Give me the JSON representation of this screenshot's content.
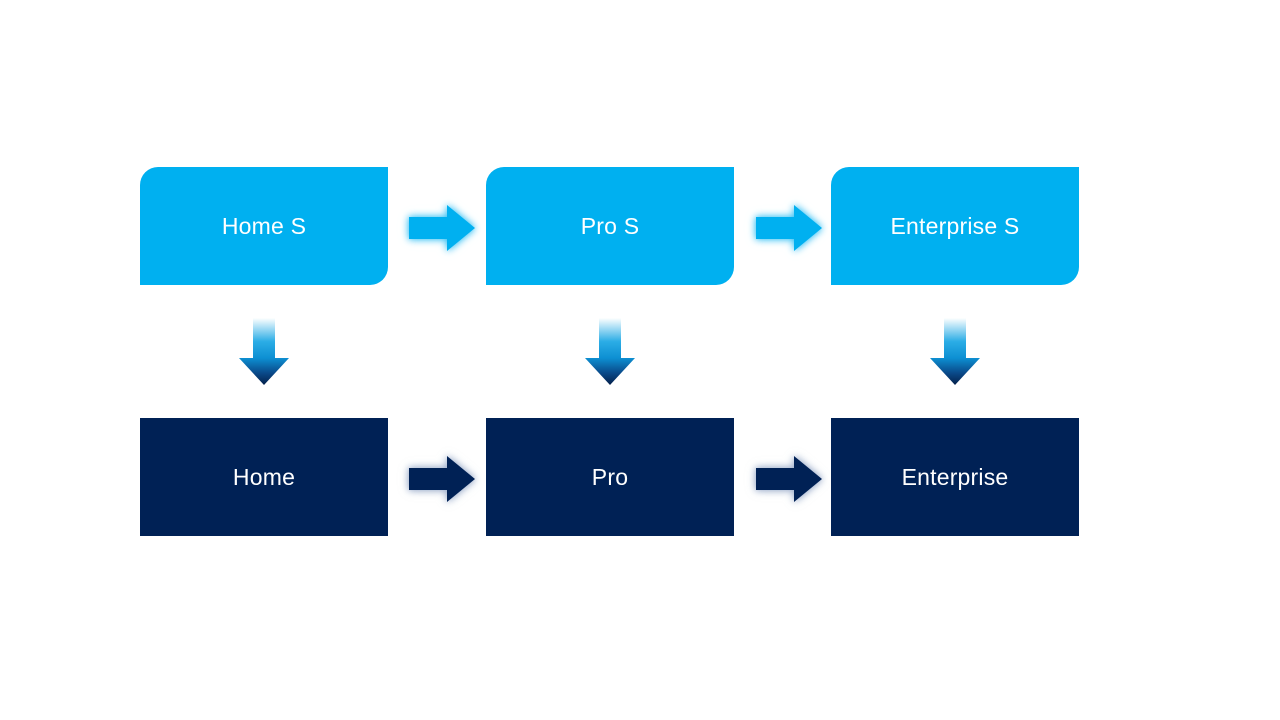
{
  "colors": {
    "canvas_bg": "#ffffff",
    "light_blue": "#00B0F0",
    "navy": "#002155",
    "label_color": "#ffffff",
    "v_arrow_top": "#ffffff",
    "v_arrow_mid": "#2bade6",
    "v_arrow_deep": "#0d8fd2",
    "v_arrow_dark": "#0a4a8a",
    "v_arrow_tip": "#041f4a"
  },
  "icons": {
    "horizontal_connector": "right-arrow-icon",
    "vertical_connector": "down-arrow-icon"
  },
  "diagram": {
    "top_row": [
      {
        "label": "Home S"
      },
      {
        "label": "Pro S"
      },
      {
        "label": "Enterprise S"
      }
    ],
    "bottom_row": [
      {
        "label": "Home"
      },
      {
        "label": "Pro"
      },
      {
        "label": "Enterprise"
      }
    ]
  }
}
